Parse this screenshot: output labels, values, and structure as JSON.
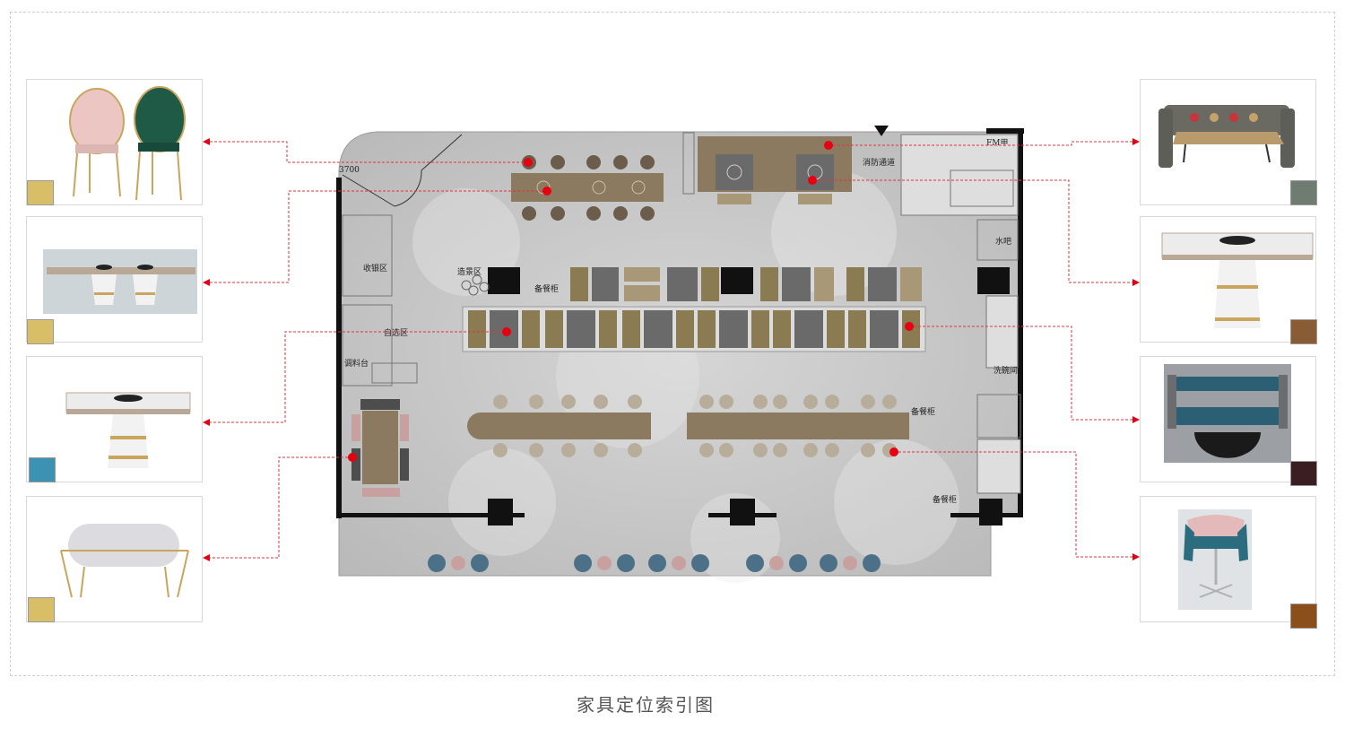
{
  "caption": "家具定位索引图",
  "plan_labels": {
    "fire_exit": "消防通道",
    "receiving": "收银区",
    "self_serve": "自选区",
    "condiment": "调料台",
    "feature": "造景区",
    "prep_cabinet": "备餐柜",
    "prep_cabinet_2": "备餐柜",
    "prep_cabinet_3": "备餐柜",
    "water_bar": "水吧",
    "wash": "洗碗间",
    "door_code": "FM甲",
    "size_tag": "3700"
  },
  "furniture_left": [
    {
      "item": "dining-chair",
      "swatch": "#d8bf67"
    },
    {
      "item": "long-hotpot-table",
      "swatch": "#d8bf67"
    },
    {
      "item": "square-hotpot-table",
      "swatch": "#3c92b2"
    },
    {
      "item": "upholstered-bench",
      "swatch": "#d8bf67"
    }
  ],
  "furniture_right": [
    {
      "item": "booth-sofa",
      "swatch": "#6e7c72"
    },
    {
      "item": "square-hotpot-table",
      "swatch": "#8a5c35"
    },
    {
      "item": "blue-booth-sofa",
      "swatch": "#3a1e22"
    },
    {
      "item": "swivel-chair",
      "swatch": "#8b4f1c"
    }
  ],
  "colors": {
    "marker": "#e60012",
    "leader": "#e2333a",
    "table_wood": "#8c7a60",
    "seat_brown": "#6b5c4c",
    "seat_gold": "#8a7b52",
    "booth_grey": "#6a6a6a",
    "wall": "#111111",
    "floor": "#c9c9c9"
  }
}
